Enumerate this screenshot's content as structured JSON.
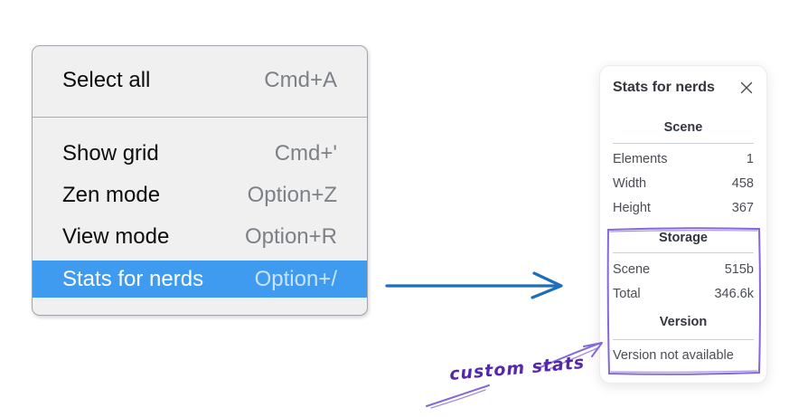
{
  "menu": {
    "items": [
      {
        "label": "Select all",
        "shortcut": "Cmd+A",
        "highlighted": false
      },
      {
        "label": "Show grid",
        "shortcut": "Cmd+'",
        "highlighted": false
      },
      {
        "label": "Zen mode",
        "shortcut": "Option+Z",
        "highlighted": false
      },
      {
        "label": "View mode",
        "shortcut": "Option+R",
        "highlighted": false
      },
      {
        "label": "Stats for nerds",
        "shortcut": "Option+/",
        "highlighted": true
      }
    ]
  },
  "stats_panel": {
    "title": "Stats for nerds",
    "close_icon": "x",
    "scene": {
      "header": "Scene",
      "rows": [
        {
          "label": "Elements",
          "value": "1"
        },
        {
          "label": "Width",
          "value": "458"
        },
        {
          "label": "Height",
          "value": "367"
        }
      ]
    },
    "storage": {
      "header": "Storage",
      "rows": [
        {
          "label": "Scene",
          "value": "515b"
        },
        {
          "label": "Total",
          "value": "346.6k"
        }
      ]
    },
    "version": {
      "header": "Version",
      "note": "Version not available"
    }
  },
  "annotation": {
    "label": "custom stats"
  },
  "colors": {
    "menu_highlight": "#3e9bf0",
    "arrow_blue": "#1d6fba",
    "sketch_purple": "#8468d6",
    "annotation_purple": "#5527ae"
  }
}
